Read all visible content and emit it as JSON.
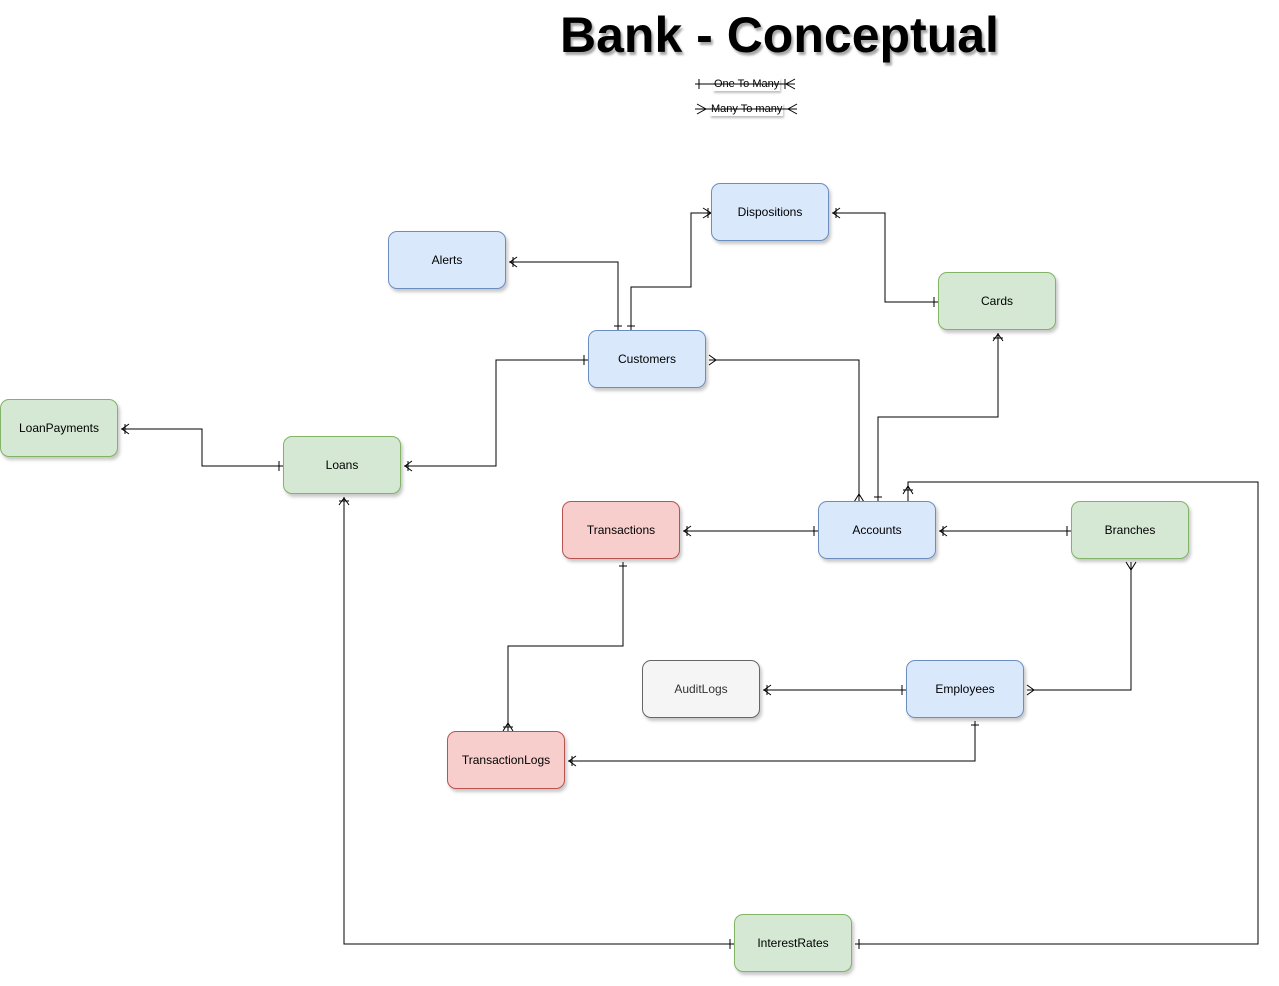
{
  "title": "Bank - Conceptual",
  "legend": {
    "one_to_many": "One To Many",
    "many_to_many": "Many To many"
  },
  "colors": {
    "blue_fill": "#dae8fc",
    "blue_stroke": "#6c8ebf",
    "green_fill": "#d5e8d4",
    "green_stroke": "#82b366",
    "red_fill": "#f8cecc",
    "red_stroke": "#b85450",
    "gray_fill": "#f5f5f5",
    "gray_stroke": "#666666"
  },
  "entities": {
    "dispositions": "Dispositions",
    "alerts": "Alerts",
    "cards": "Cards",
    "customers": "Customers",
    "loan_payments": "LoanPayments",
    "loans": "Loans",
    "transactions": "Transactions",
    "accounts": "Accounts",
    "branches": "Branches",
    "audit_logs": "AuditLogs",
    "employees": "Employees",
    "transaction_logs": "TransactionLogs",
    "interest_rates": "InterestRates"
  },
  "relationships": [
    {
      "from": "Customers",
      "to": "Alerts",
      "cardinality": "one-to-many"
    },
    {
      "from": "Customers",
      "to": "Dispositions",
      "cardinality": "one-to-many"
    },
    {
      "from": "Cards",
      "to": "Dispositions",
      "cardinality": "one-to-many"
    },
    {
      "from": "Accounts",
      "to": "Cards",
      "cardinality": "one-to-many"
    },
    {
      "from": "Customers",
      "to": "Accounts",
      "cardinality": "many-to-many"
    },
    {
      "from": "Customers",
      "to": "Loans",
      "cardinality": "one-to-many"
    },
    {
      "from": "Loans",
      "to": "LoanPayments",
      "cardinality": "one-to-many"
    },
    {
      "from": "Accounts",
      "to": "Transactions",
      "cardinality": "one-to-many"
    },
    {
      "from": "Branches",
      "to": "Accounts",
      "cardinality": "one-to-many"
    },
    {
      "from": "Transactions",
      "to": "TransactionLogs",
      "cardinality": "one-to-many"
    },
    {
      "from": "Employees",
      "to": "AuditLogs",
      "cardinality": "one-to-many"
    },
    {
      "from": "Employees",
      "to": "Branches",
      "cardinality": "many-to-many"
    },
    {
      "from": "Employees",
      "to": "TransactionLogs",
      "cardinality": "one-to-many"
    },
    {
      "from": "InterestRates",
      "to": "Loans",
      "cardinality": "one-to-many"
    },
    {
      "from": "InterestRates",
      "to": "Accounts",
      "cardinality": "one-to-many"
    }
  ]
}
